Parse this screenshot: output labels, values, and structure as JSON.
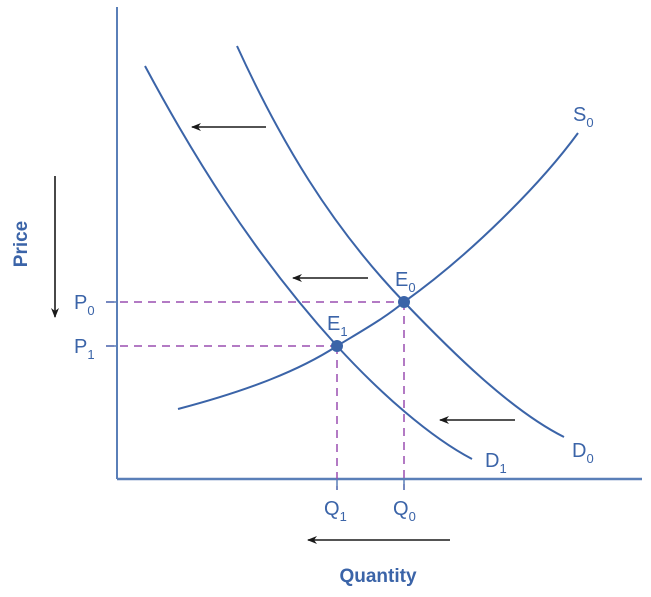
{
  "chart_data": {
    "type": "line",
    "title": "",
    "xlabel": "Quantity",
    "ylabel": "Price",
    "colors": {
      "curve": "#3b64a8",
      "axis": "#5a7fb8",
      "dashed_guides": "#9a4fb0",
      "arrows": "#1a1a1a",
      "points": "#3b64a8"
    },
    "series": [
      {
        "name": "S0",
        "label": "S",
        "sub": "0",
        "kind": "supply",
        "points": [
          [
            178,
            409
          ],
          [
            260,
            385
          ],
          [
            337,
            346
          ],
          [
            404,
            302
          ],
          [
            480,
            240
          ],
          [
            578,
            133
          ]
        ]
      },
      {
        "name": "D0",
        "label": "D",
        "sub": "0",
        "kind": "demand",
        "points": [
          [
            237,
            46
          ],
          [
            290,
            150
          ],
          [
            350,
            240
          ],
          [
            404,
            302
          ],
          [
            470,
            370
          ],
          [
            564,
            437
          ]
        ]
      },
      {
        "name": "D1",
        "label": "D",
        "sub": "1",
        "kind": "demand",
        "points": [
          [
            145,
            66
          ],
          [
            200,
            160
          ],
          [
            270,
            265
          ],
          [
            337,
            346
          ],
          [
            400,
            410
          ],
          [
            472,
            459
          ]
        ]
      }
    ],
    "equilibria": [
      {
        "name": "E0",
        "label": "E",
        "sub": "0",
        "x": 404,
        "y": 302,
        "price": "P0",
        "quantity": "Q0"
      },
      {
        "name": "E1",
        "label": "E",
        "sub": "1",
        "x": 337,
        "y": 346,
        "price": "P1",
        "quantity": "Q1"
      }
    ],
    "y_ticks": [
      {
        "label": "P",
        "sub": "0",
        "y": 302
      },
      {
        "label": "P",
        "sub": "1",
        "y": 346
      }
    ],
    "x_ticks": [
      {
        "label": "Q",
        "sub": "1",
        "x": 337
      },
      {
        "label": "Q",
        "sub": "0",
        "x": 404
      }
    ],
    "annotations": [
      {
        "type": "arrow",
        "direction": "left",
        "meaning": "demand shifts left",
        "from": [
          266,
          127
        ],
        "to": [
          192,
          127
        ]
      },
      {
        "type": "arrow",
        "direction": "left",
        "meaning": "demand shifts left",
        "from": [
          368,
          278
        ],
        "to": [
          293,
          278
        ]
      },
      {
        "type": "arrow",
        "direction": "left",
        "meaning": "demand shifts left",
        "from": [
          515,
          420
        ],
        "to": [
          440,
          420
        ]
      },
      {
        "type": "arrow",
        "direction": "down",
        "meaning": "price falls",
        "from": [
          55,
          176
        ],
        "to": [
          55,
          317
        ]
      },
      {
        "type": "arrow",
        "direction": "left",
        "meaning": "quantity falls",
        "from": [
          450,
          540
        ],
        "to": [
          308,
          540
        ]
      }
    ],
    "axes": {
      "origin": [
        117,
        479
      ],
      "y_top": 7,
      "x_right": 642
    },
    "grid": false,
    "legend": "none"
  },
  "labels": {
    "price": "Price",
    "quantity": "Quantity",
    "S0": {
      "main": "S",
      "sub": "0"
    },
    "D0": {
      "main": "D",
      "sub": "0"
    },
    "D1": {
      "main": "D",
      "sub": "1"
    },
    "E0": {
      "main": "E",
      "sub": "0"
    },
    "E1": {
      "main": "E",
      "sub": "1"
    },
    "P0": {
      "main": "P",
      "sub": "0"
    },
    "P1": {
      "main": "P",
      "sub": "1"
    },
    "Q0": {
      "main": "Q",
      "sub": "0"
    },
    "Q1": {
      "main": "Q",
      "sub": "1"
    }
  }
}
